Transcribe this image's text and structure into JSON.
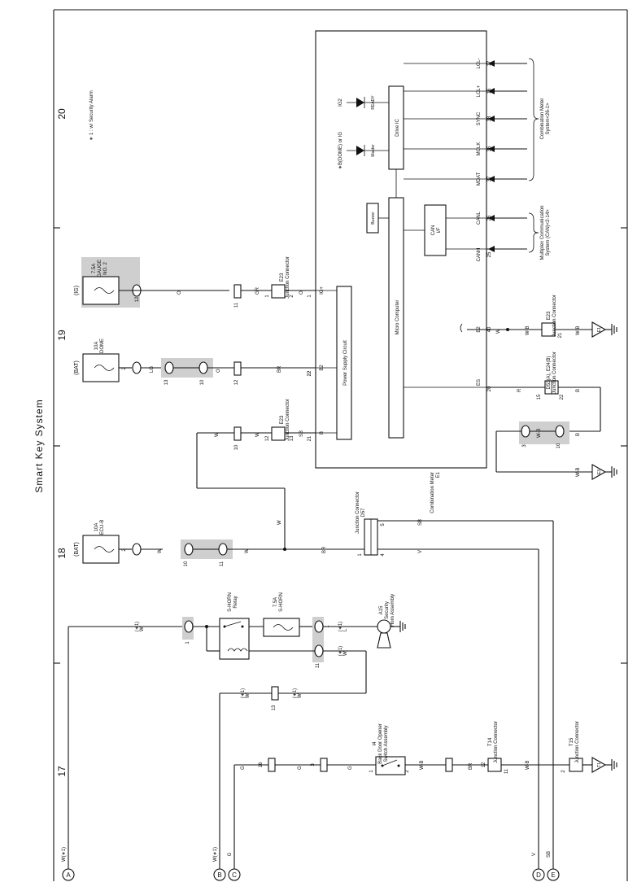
{
  "page": {
    "title": "Smart Key System",
    "footnote": "∗ 1 : w/ Security Alarm",
    "columns": [
      "17",
      "18",
      "19",
      "20"
    ]
  },
  "supplies": {
    "bat1": "(BAT)",
    "bat2": "(BAT)",
    "ig": "(IG)"
  },
  "fuses": {
    "ecu_b": {
      "amp": "10A",
      "name": "ECU-B"
    },
    "dome": {
      "amp": "10A",
      "name": "DOME"
    },
    "gauge2": {
      "amp": "7.5A",
      "name": "GAUGE",
      "name2": "NO. 2"
    },
    "s_horn": {
      "amp": "7.5A",
      "name": "S-HORN"
    }
  },
  "relay": {
    "name": "S-HORN",
    "name2": "Relay"
  },
  "horn": {
    "code": "A15",
    "name": "Security",
    "name2": "Horn Assembly"
  },
  "back_door": {
    "code": "I4",
    "name": "Back Door Opener",
    "name2": "Switch Assembly"
  },
  "combination_meter": {
    "code": "E1",
    "name": "Combination Meter",
    "blocks": {
      "power": "Power Supply Circuit",
      "micro": "Micro Computer",
      "drive": "Drive IC",
      "can": "CAN",
      "can2": "I/F",
      "buzzer": "Buzzer"
    },
    "leds": {
      "ready": "READY",
      "master": "Master",
      "ig2": "IG2",
      "bdome": "∗B(DOME) or IG"
    },
    "left_pins": [
      {
        "num": "8",
        "name": "B"
      },
      {
        "num": "22",
        "name": "B2"
      },
      {
        "num": "1",
        "name": "IG+"
      }
    ],
    "right_pins": [
      {
        "num": "17",
        "name": "LCL-"
      },
      {
        "num": "16",
        "name": "LCL+"
      },
      {
        "num": "38",
        "name": "SYNC"
      },
      {
        "num": "36",
        "name": "MCLK"
      },
      {
        "num": "37",
        "name": "MDAT"
      },
      {
        "num": "26",
        "name": "CANL"
      },
      {
        "num": "25",
        "name": "CANH"
      },
      {
        "num": "40",
        "name": "E2"
      },
      {
        "num": "20",
        "name": "ES"
      }
    ]
  },
  "notes": {
    "comb_meter_system": "Combination Meter",
    "comb_meter_system2": "System<26-1>",
    "multiplex": "Multiplex Communication",
    "multiplex2": "System (CAN)<2-14>"
  },
  "junctions": {
    "e23": "E23",
    "e23_label": "Junction Connector",
    "d57": "D57",
    "d57_label": "Junction Connector",
    "d53": "D53(A), E24(B)",
    "d53_label": "Junction Connector",
    "t14": "T14",
    "t14_label": "Junction Connector",
    "t15": "T15",
    "t15_label": "Junction Connector"
  },
  "grounds": {
    "e1": "E1",
    "e3": "E3",
    "t1": "T1"
  },
  "connectors": {
    "ecu_b": "2",
    "dome": "2",
    "gauge": "12",
    "c1": "1",
    "c10": "10",
    "c11": "11",
    "c12": "12",
    "c13": "13",
    "c3": "3",
    "c16": "16",
    "c2": "2",
    "c40": "40",
    "c21": "21",
    "c15": "15",
    "c22": "22",
    "c4": "4",
    "c5": "5"
  },
  "wires": {
    "W": "W",
    "BR": "BR",
    "O": "O",
    "GR": "GR",
    "SB": "SB",
    "LG": "LG",
    "L": "L",
    "G": "G",
    "V": "V",
    "R": "R",
    "B": "B",
    "WB": "W-B",
    "plus1": "(∗1)"
  },
  "links": {
    "A": "A",
    "B": "B",
    "C": "C",
    "D": "D",
    "E": "E",
    "a_wire": "W(∗1)",
    "b_wire": "W(∗1)",
    "c_wire": "G",
    "d_wire": "V",
    "e_wire": "SB"
  }
}
